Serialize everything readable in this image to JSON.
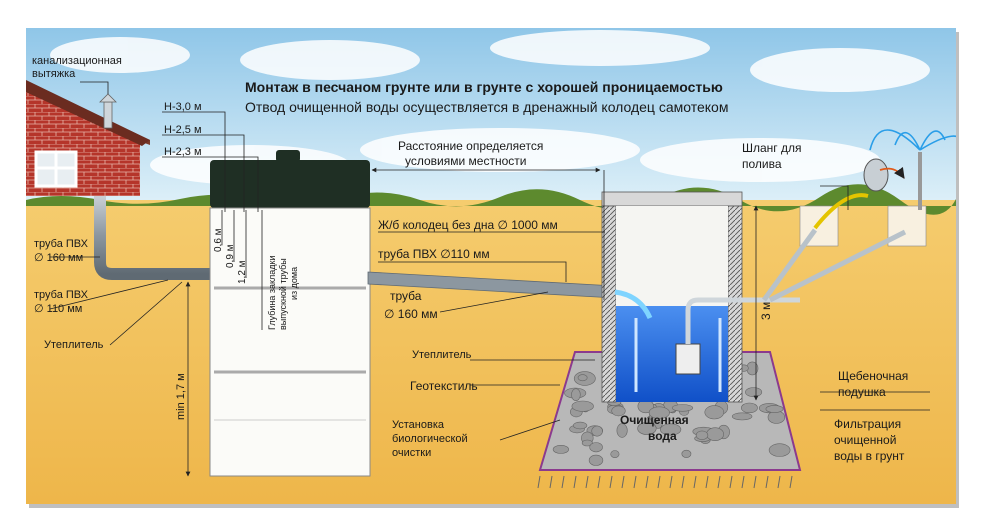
{
  "title": {
    "line1": "Монтаж  в песчаном грунте или в грунте с хорошей проницаемостью",
    "line2": "Отвод очищенной воды осуществляется в дренажный колодец самотеком"
  },
  "labels": {
    "vent": [
      "канализационная",
      "вытяжка"
    ],
    "h30": "Н-3,0 м",
    "h25": "Н-2,5 м",
    "h23": "Н-2,3 м",
    "pipe_pvc_160_left": [
      "труба ПВХ",
      "∅ 160 мм"
    ],
    "pipe_pvc_110_left": [
      "труба ПВХ",
      "∅ 110 мм"
    ],
    "insulation_left": "Утеплитель",
    "depth_06": "0,6 м",
    "depth_09": "0,9 м",
    "depth_12": "1,2 м",
    "pipe_depth": [
      "Глубина закладки",
      "выпускной трубы",
      "из дома"
    ],
    "min_17": "min 1,7 м",
    "distance": [
      "Расстояние определяется",
      "условиями местности"
    ],
    "well": "Ж/б колодец без дна ∅ 1000 мм",
    "pipe_pvc_110_right": "труба  ПВХ ∅110 мм",
    "pipe_160_right": [
      "труба",
      "∅ 160 мм"
    ],
    "insulation_right": "Утеплитель",
    "geotextile": "Геотекстиль",
    "bio_unit": [
      "Установка",
      "биологической",
      "очистки"
    ],
    "clean_water": [
      "Очищенная",
      "вода"
    ],
    "hose": [
      "Шланг для",
      "полива"
    ],
    "depth_3m": "3 м",
    "gravel": [
      "Щебеночная",
      "подушка"
    ],
    "filtration": [
      "Фильтрация",
      "очищенной",
      "воды в грунт"
    ]
  },
  "colors": {
    "sky_top": "#8fc6e8",
    "sky_bottom": "#d9eef8",
    "soil": "#f2c15e",
    "soil_dark": "#e8ad3c",
    "brick": "#b5352a",
    "roof": "#7a3a2a",
    "tank_lid": "#1f2f24",
    "water": "#1f6fe0",
    "pipe": "#8c97a0",
    "text": "#1a1a1a",
    "purple": "#8b3a8e"
  }
}
